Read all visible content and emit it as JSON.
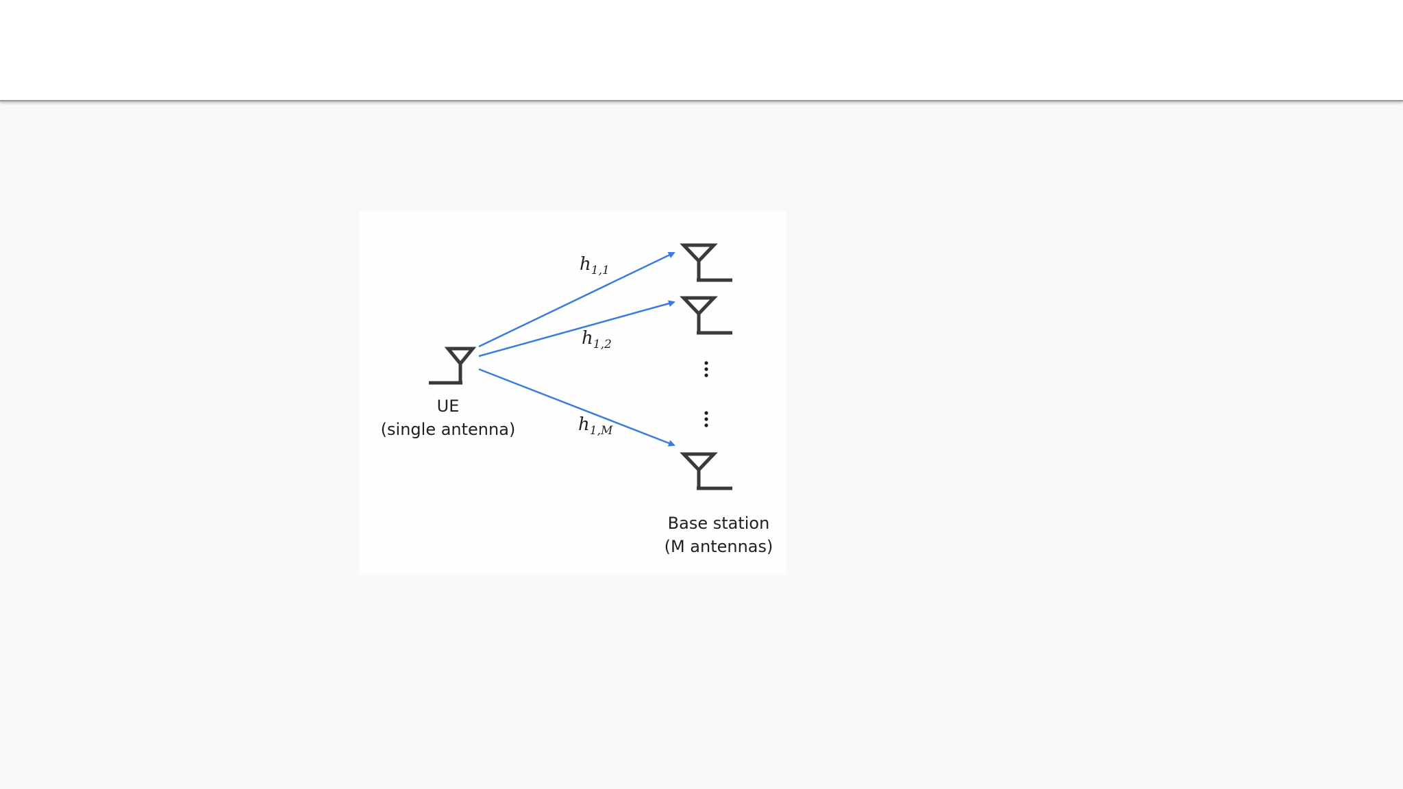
{
  "diagram": {
    "ue": {
      "line1": "UE",
      "line2": "(single antenna)"
    },
    "base_station": {
      "line1": "Base station",
      "line2": "(M antennas)"
    },
    "channels": [
      {
        "symbol": "h",
        "subscript": "1,1"
      },
      {
        "symbol": "h",
        "subscript": "1,2"
      },
      {
        "symbol": "h",
        "subscript": "1,M"
      }
    ],
    "colors": {
      "arrow": "#3b7be0",
      "antenna": "#3a3a3a",
      "text": "#1f1f1f"
    },
    "icons": [
      "antenna-icon",
      "vertical-ellipsis-icon"
    ]
  }
}
